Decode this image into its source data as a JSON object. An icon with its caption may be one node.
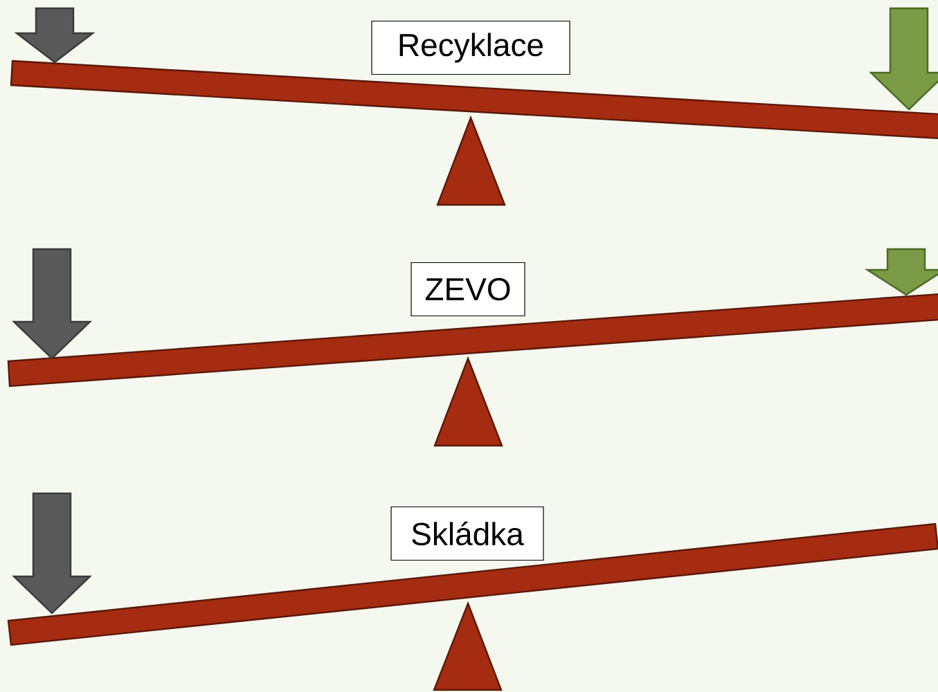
{
  "diagram": {
    "nodes": [
      {
        "text": [
          "Recyklace"
        ]
      },
      {
        "text": [
          "ZEVO"
        ]
      },
      {
        "text": [
          "Skládka"
        ]
      }
    ]
  }
}
